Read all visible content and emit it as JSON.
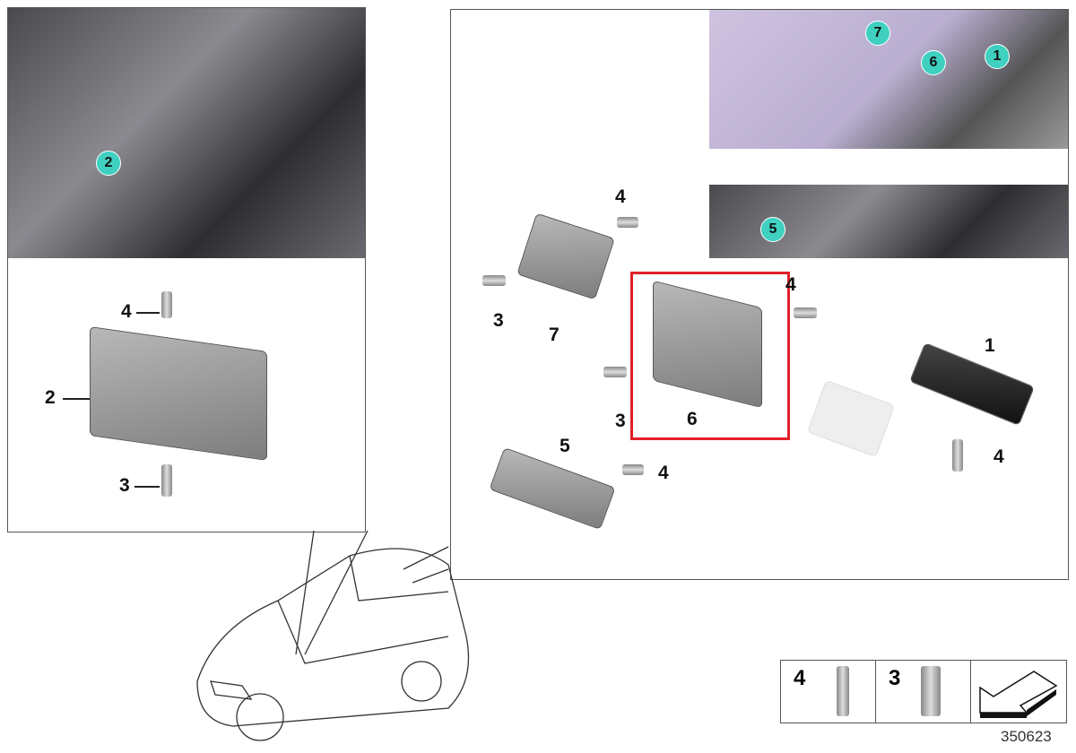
{
  "left_panel": {
    "photo_callouts": [
      "2"
    ],
    "labels": {
      "screw": "4",
      "part": "2",
      "nut": "3"
    }
  },
  "right_panel": {
    "photo_callouts": [
      "7",
      "6",
      "1",
      "5"
    ],
    "part7": {
      "label": "7",
      "screw": "4",
      "nut": "3"
    },
    "part6": {
      "label": "6",
      "screw": "4",
      "nut": "3"
    },
    "part1": {
      "label": "1",
      "screw": "4"
    },
    "part5": {
      "label": "5",
      "screw": "4"
    }
  },
  "highlight_color": "#e0202a",
  "legend": {
    "items": [
      {
        "label": "4",
        "icon": "screw-icon"
      },
      {
        "label": "3",
        "icon": "rivet-nut-icon"
      },
      {
        "label": "",
        "icon": "direction-arrow-icon"
      }
    ]
  },
  "diagram_number": "350623"
}
